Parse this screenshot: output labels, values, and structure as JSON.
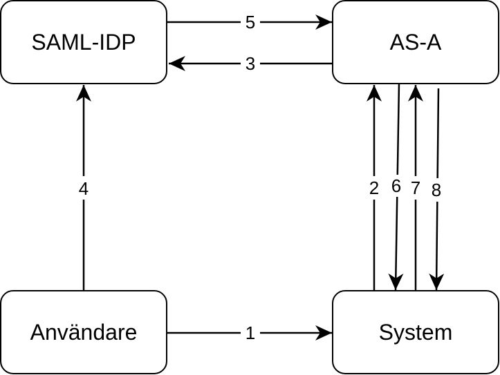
{
  "nodes": {
    "saml_idp": {
      "label": "SAML-IDP"
    },
    "as_a": {
      "label": "AS-A"
    },
    "anvandare": {
      "label": "Användare"
    },
    "system": {
      "label": "System"
    }
  },
  "edges": {
    "e1": {
      "label": "1",
      "from": "Användare",
      "to": "System"
    },
    "e2": {
      "label": "2",
      "from": "System",
      "to": "AS-A"
    },
    "e3": {
      "label": "3",
      "from": "AS-A",
      "to": "SAML-IDP"
    },
    "e4": {
      "label": "4",
      "from": "Användare",
      "to": "SAML-IDP"
    },
    "e5": {
      "label": "5",
      "from": "SAML-IDP",
      "to": "AS-A"
    },
    "e6": {
      "label": "6",
      "from": "AS-A",
      "to": "System"
    },
    "e7": {
      "label": "7",
      "from": "System",
      "to": "AS-A"
    },
    "e8": {
      "label": "8",
      "from": "AS-A",
      "to": "System"
    }
  },
  "colors": {
    "stroke": "#000000",
    "background": "#ffffff"
  }
}
